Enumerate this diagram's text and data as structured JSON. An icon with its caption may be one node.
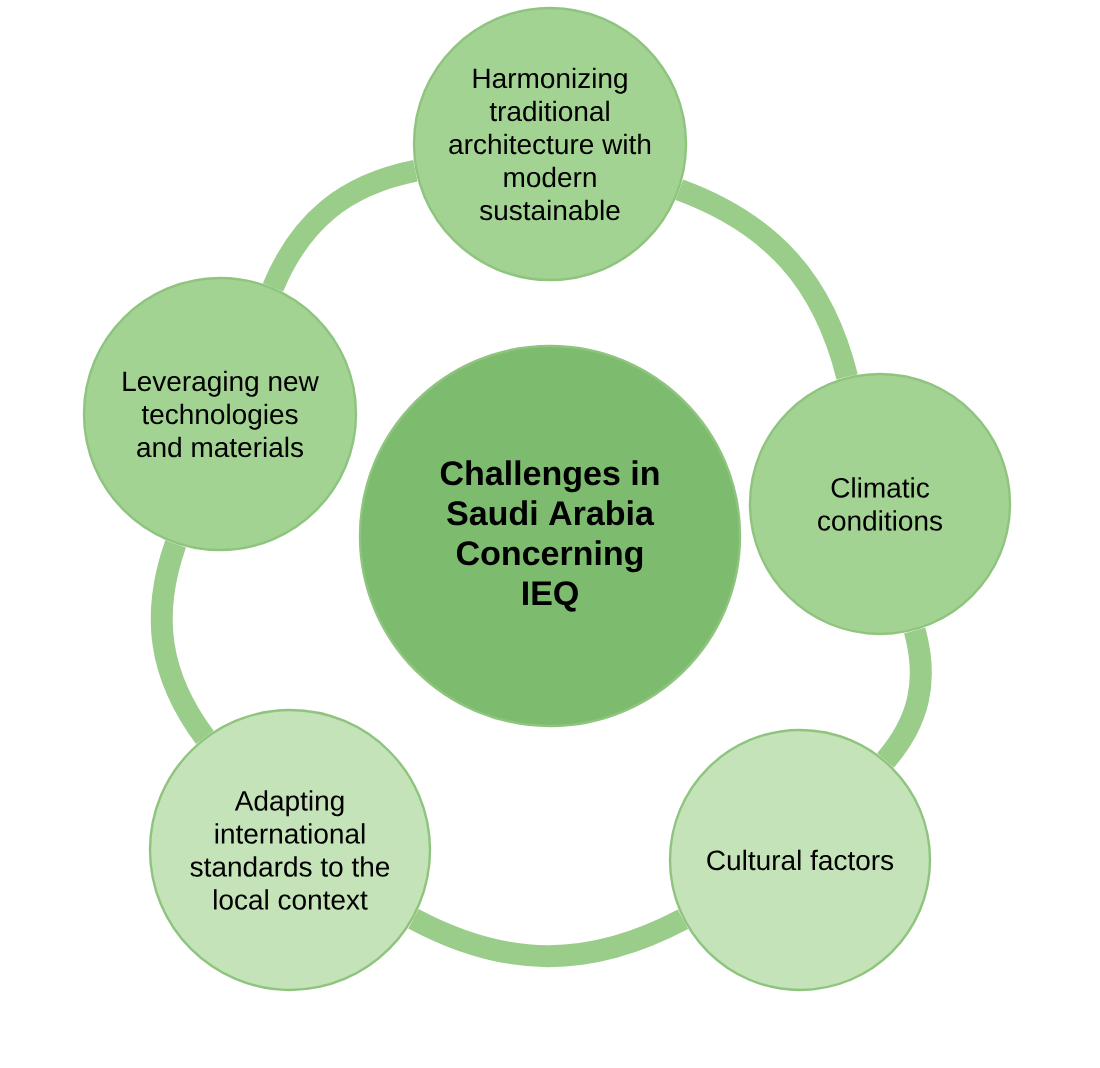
{
  "diagram": {
    "nodes": [
      {
        "text": [
          "Challenges in Saudi Arabia Concerning IEQ"
        ]
      },
      {
        "text": [
          "Harmonizing traditional architecture with modern sustainable"
        ]
      },
      {
        "text": [
          "Climatic conditions"
        ]
      },
      {
        "text": [
          "Cultural factors"
        ]
      },
      {
        "text": [
          "Adapting international standards to the local context"
        ]
      },
      {
        "text": [
          "Leveraging new technologies and materials"
        ]
      }
    ],
    "edges": [
      {
        "from": 1,
        "to": 2,
        "arrow": "none"
      },
      {
        "from": 2,
        "to": 3,
        "arrow": "none"
      },
      {
        "from": 3,
        "to": 4,
        "arrow": "none"
      },
      {
        "from": 4,
        "to": 5,
        "arrow": "none"
      },
      {
        "from": 5,
        "to": 1,
        "arrow": "none"
      }
    ]
  }
}
